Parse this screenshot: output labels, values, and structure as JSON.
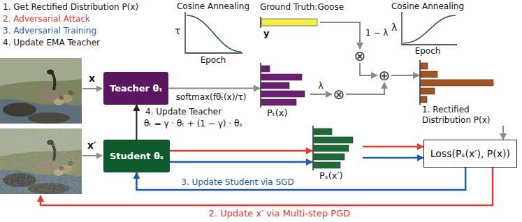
{
  "diagram": {
    "nodes": [
      {
        "text": [
          "Teacher θₜ"
        ]
      },
      {
        "text": [
          "Student θₛ"
        ]
      },
      {
        "text": [
          "y"
        ]
      },
      {
        "text": [
          "Pₜ(x)"
        ]
      },
      {
        "text": [
          "⊗"
        ]
      },
      {
        "text": [
          "⊗"
        ]
      },
      {
        "text": [
          "⊕"
        ]
      },
      {
        "text": [
          "1. Rectified Distribution P(x)"
        ]
      },
      {
        "text": [
          "Pₛ(x′)"
        ]
      },
      {
        "text": [
          "Loss(Pₛ(x′), P(x))"
        ]
      }
    ],
    "edges": [
      {
        "from": 0,
        "to": 3,
        "arrow": "to",
        "label": "softmax(fθₜ(x)/τ)"
      },
      {
        "from": 2,
        "to": 4,
        "arrow": "to",
        "label": "1 − λ"
      },
      {
        "from": 3,
        "to": 5,
        "arrow": "to",
        "label": "λ"
      },
      {
        "from": 4,
        "to": 6,
        "arrow": "to"
      },
      {
        "from": 5,
        "to": 6,
        "arrow": "to"
      },
      {
        "from": 6,
        "to": 7,
        "arrow": "to"
      },
      {
        "from": 7,
        "to": 9,
        "arrow": "to"
      },
      {
        "from": 1,
        "to": 8,
        "arrow": "to"
      },
      {
        "from": 1,
        "to": 8,
        "arrow": "to"
      },
      {
        "from": 8,
        "to": 9,
        "arrow": "to"
      },
      {
        "from": 8,
        "to": 9,
        "arrow": "to"
      },
      {
        "from": 1,
        "to": 0,
        "arrow": "to",
        "label": "4. Update Teacher"
      },
      {
        "from": 9,
        "to": 1,
        "arrow": "to",
        "label": "3. Update Student via SGD"
      }
    ],
    "labels": [
      "1. Get Rectified Distribution P(x)",
      "2. Adversarial Attack",
      "3. Adversarial Training",
      "4. Update EMA Teacher",
      "Cosine Annealing",
      "τ",
      "Epoch",
      "Ground Truth:Goose",
      "Cosine Annealing",
      "λ",
      "Epoch",
      "x",
      "x′",
      "θₜ = γ · θₜ + (1 − γ) · θₛ",
      "2. Update x′ via Multi-step PGD"
    ]
  }
}
